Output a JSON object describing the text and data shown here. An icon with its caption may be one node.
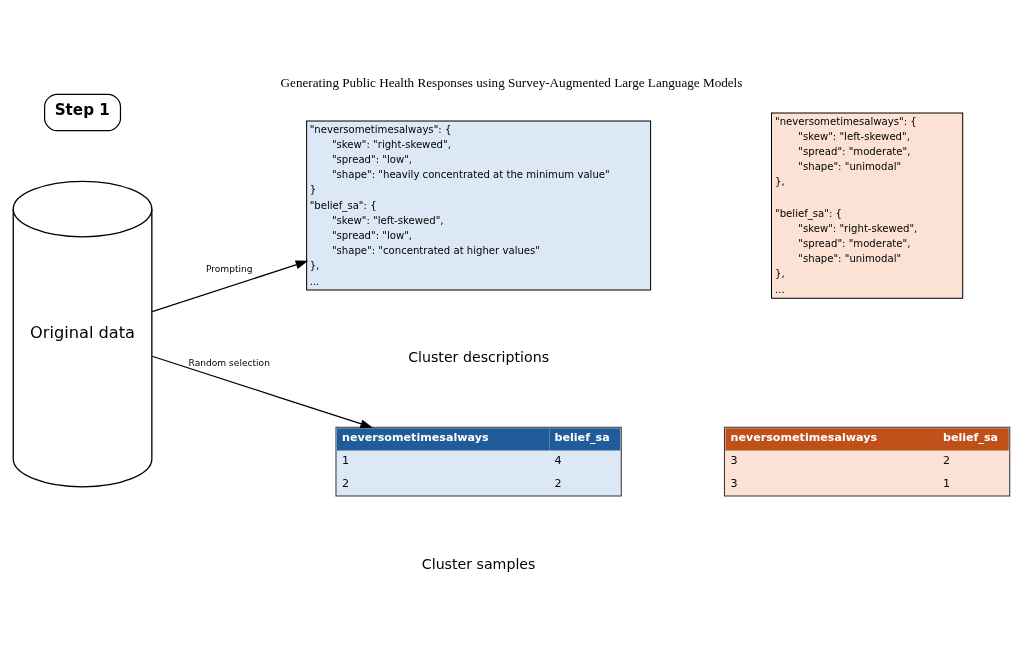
{
  "diagram": {
    "title": "Generating Public Health Responses using Survey-Augmented Large Language Models",
    "nodes": [
      {
        "text": [
          "Step 1"
        ]
      },
      {
        "text": [
          "Original data"
        ]
      },
      {
        "text": [
          "\"neversometimesalways\": {",
          "\"skew\": \"right-skewed\",",
          "\"spread\": \"low\",",
          "\"shape\": \"heavily concentrated at the minimum value\"",
          "}",
          "\"belief_sa\": {",
          "\"skew\": \"left-skewed\",",
          "\"spread\": \"low\",",
          "\"shape\": \"concentrated at higher values\"",
          "},",
          "..."
        ]
      },
      {
        "text": [
          "\"neversometimesalways\": {",
          "\"skew\": \"left-skewed\",",
          "\"spread\": \"moderate\",",
          "\"shape\": \"unimodal\"",
          "},",
          "\"belief_sa\": {",
          "\"skew\": \"right-skewed\",",
          "\"spread\": \"moderate\",",
          "\"shape\": \"unimodal\"",
          "},",
          "..."
        ]
      },
      {
        "text": [
          "neversometimesalways",
          "belief_sa",
          "1",
          "4",
          "2",
          "2"
        ]
      },
      {
        "text": [
          "neversometimesalways",
          "belief_sa",
          "3",
          "2",
          "3",
          "1"
        ]
      }
    ],
    "edges": [
      {
        "from": 1,
        "to": 2,
        "arrow": "to",
        "label": "Prompting"
      },
      {
        "from": 1,
        "to": 4,
        "arrow": "to",
        "label": "Random selection"
      }
    ],
    "labels": [
      "Cluster descriptions",
      "Cluster samples"
    ]
  }
}
